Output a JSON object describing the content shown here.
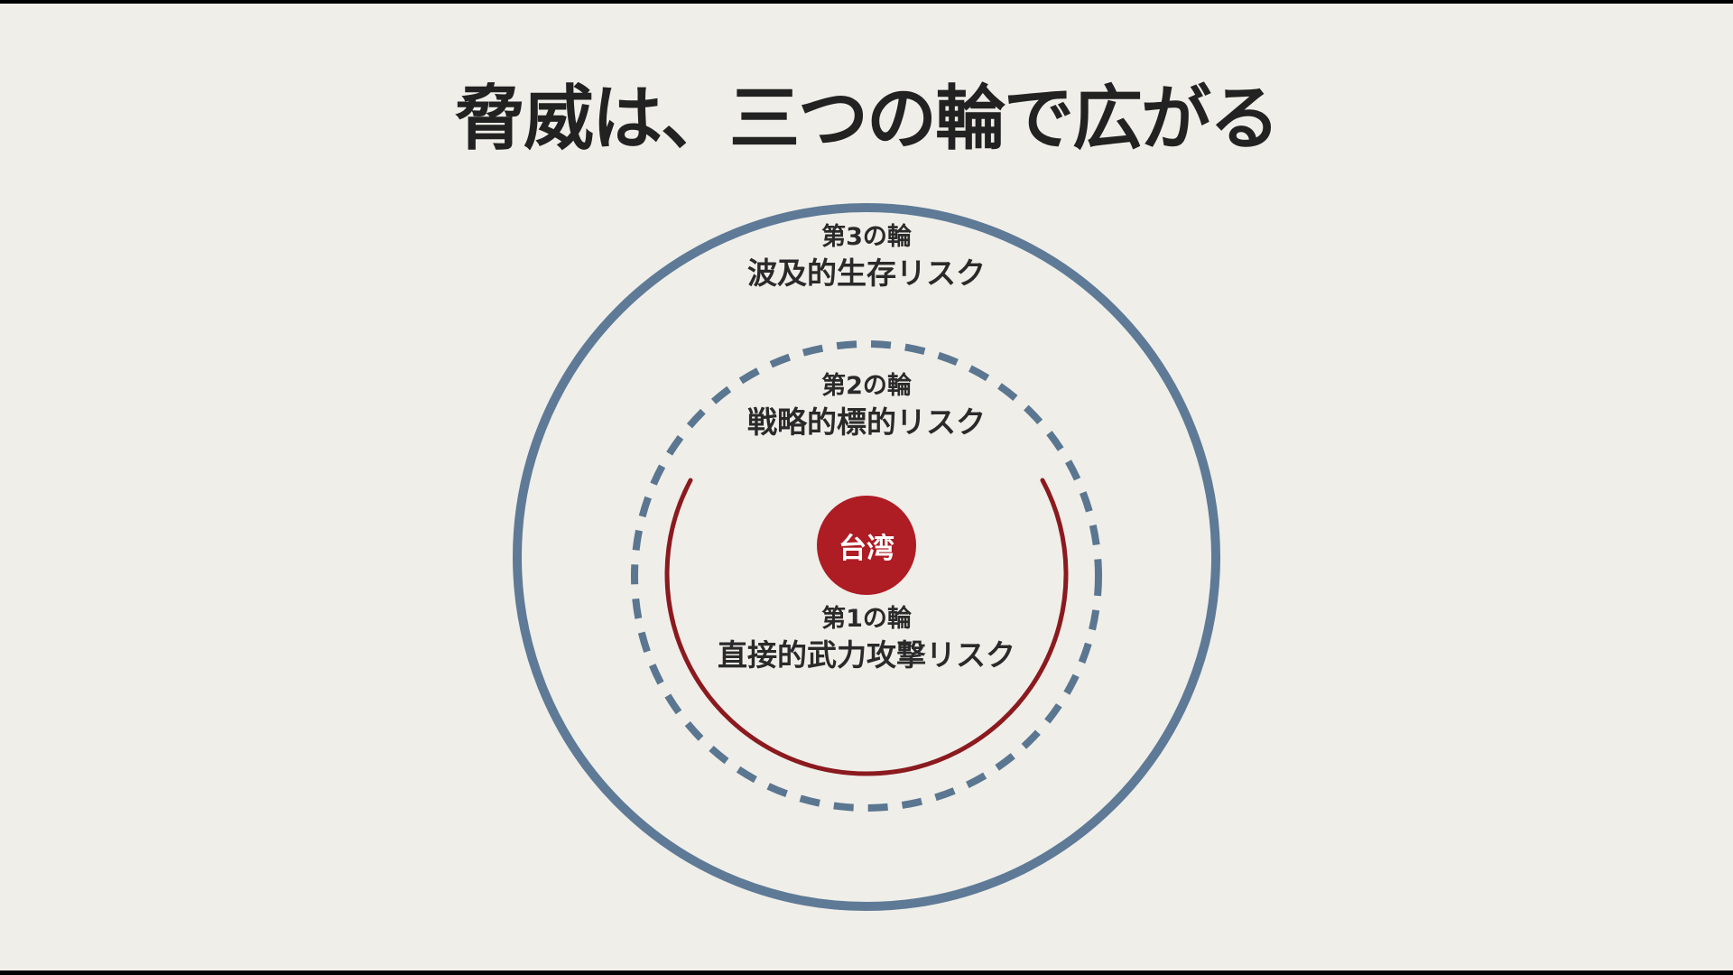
{
  "slide": {
    "title": "脅威は、三つの輪で広がる",
    "background_color": "#efeee9",
    "title_color": "#222222"
  },
  "diagram": {
    "center": {
      "label": "台湾",
      "fill_color": "#ae1c24",
      "text_color": "#ffffff"
    },
    "rings": [
      {
        "id": "ring-1",
        "number_label": "第1の輪",
        "name": "直接的武力攻撃リスク",
        "style": "solid-arc-open-top",
        "stroke_color": "#8b1a1f"
      },
      {
        "id": "ring-2",
        "number_label": "第2の輪",
        "name": "戦略的標的リスク",
        "style": "dashed-circle",
        "stroke_color": "#5b7690"
      },
      {
        "id": "ring-3",
        "number_label": "第3の輪",
        "name": "波及的生存リスク",
        "style": "solid-circle",
        "stroke_color": "#5e7a96"
      }
    ]
  }
}
